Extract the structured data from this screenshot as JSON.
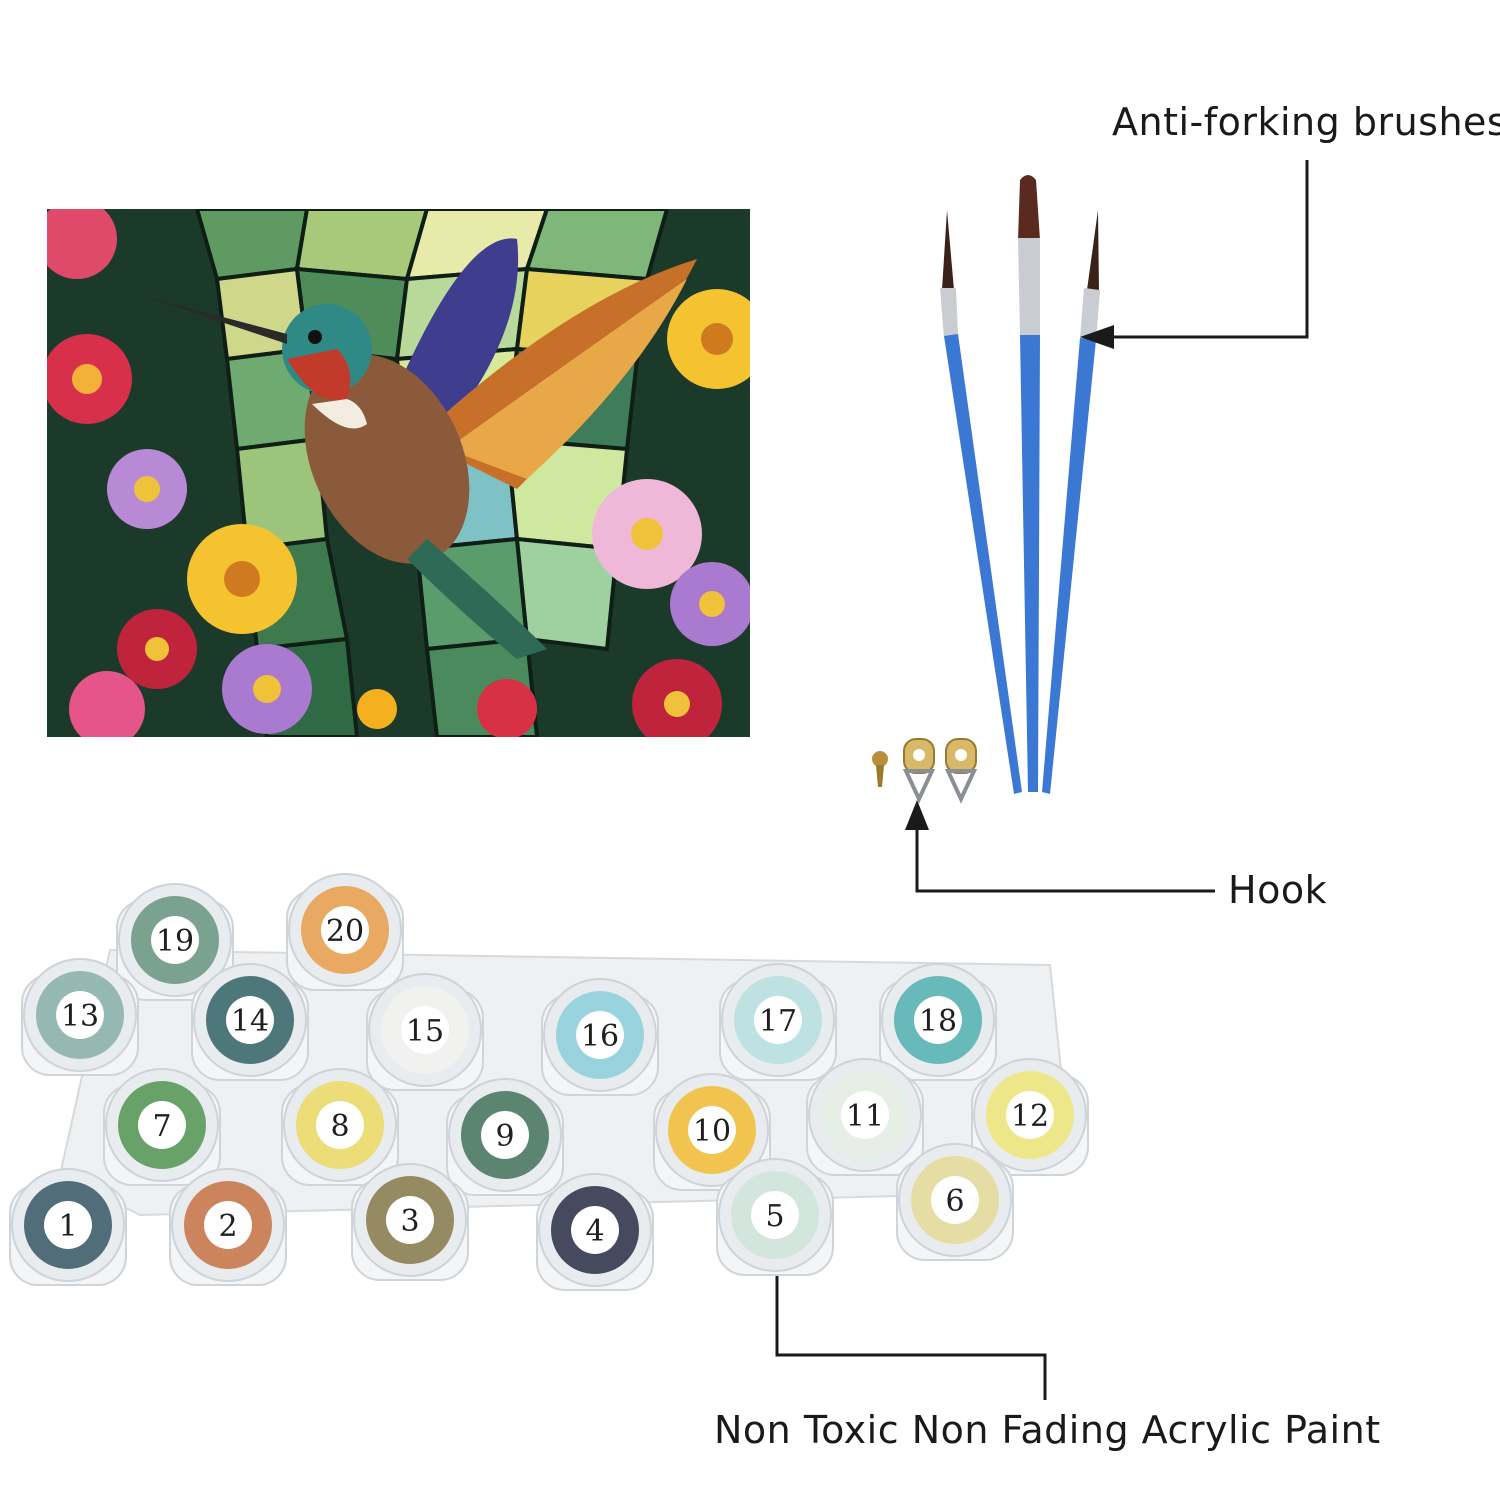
{
  "labels": {
    "brushes": "Anti-forking brushes",
    "hook": "Hook",
    "paint": "Non Toxic Non Fading Acrylic Paint"
  },
  "icons": {
    "painting": "hummingbird-stained-glass-painting",
    "brush": "paint-brush-icon",
    "hook": "hanging-hook-icon",
    "screw": "screw-icon",
    "paint_pot": "paint-pot-icon"
  },
  "paint_pots": [
    {
      "label": "19",
      "color": "#6f9a86"
    },
    {
      "label": "20",
      "color": "#e9a253"
    },
    {
      "label": "13",
      "color": "#8cb4ab"
    },
    {
      "label": "14",
      "color": "#3d6a6f"
    },
    {
      "label": "15",
      "color": "#f2f2f0"
    },
    {
      "label": "16",
      "color": "#8fd0dc"
    },
    {
      "label": "17",
      "color": "#b9e0e0"
    },
    {
      "label": "18",
      "color": "#5ab4b4"
    },
    {
      "label": "7",
      "color": "#5a9a5a"
    },
    {
      "label": "8",
      "color": "#ecdc6a"
    },
    {
      "label": "9",
      "color": "#4d7a63"
    },
    {
      "label": "10",
      "color": "#f2c03e"
    },
    {
      "label": "11",
      "color": "#e6f0e4"
    },
    {
      "label": "12",
      "color": "#eee77d"
    },
    {
      "label": "1",
      "color": "#3f5f6b"
    },
    {
      "label": "2",
      "color": "#c9794b"
    },
    {
      "label": "3",
      "color": "#8d7f52"
    },
    {
      "label": "4",
      "color": "#34384e"
    },
    {
      "label": "5",
      "color": "#cfe6dc"
    },
    {
      "label": "6",
      "color": "#e6dc9c"
    }
  ],
  "colors": {
    "brush_handle": "#3a78d4",
    "brush_ferrule": "#c9ccd1",
    "line": "#1a1a1a"
  }
}
